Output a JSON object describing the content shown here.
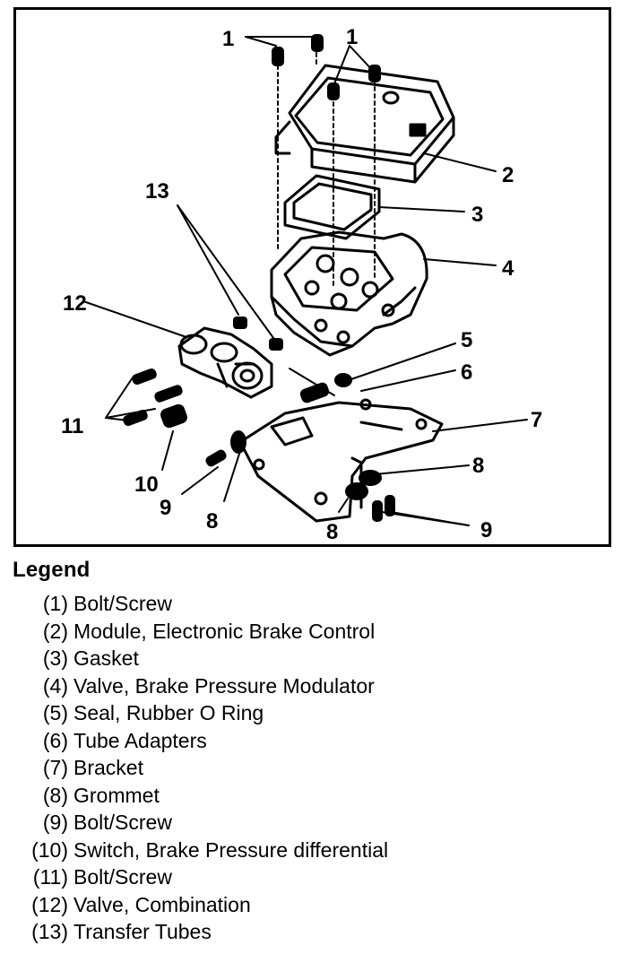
{
  "diagram": {
    "callouts": {
      "c1a": "1",
      "c1b": "1",
      "c2": "2",
      "c3": "3",
      "c4": "4",
      "c5": "5",
      "c6": "6",
      "c7": "7",
      "c8a": "8",
      "c8b": "8",
      "c8c": "8",
      "c9a": "9",
      "c9b": "9",
      "c10": "10",
      "c11": "11",
      "c12": "12",
      "c13": "13"
    }
  },
  "legend": {
    "title": "Legend",
    "items": [
      {
        "num": "(1)",
        "label": "Bolt/Screw"
      },
      {
        "num": "(2)",
        "label": "Module, Electronic Brake Control"
      },
      {
        "num": "(3)",
        "label": "Gasket"
      },
      {
        "num": "(4)",
        "label": "Valve, Brake Pressure Modulator"
      },
      {
        "num": "(5)",
        "label": "Seal, Rubber O Ring"
      },
      {
        "num": "(6)",
        "label": "Tube Adapters"
      },
      {
        "num": "(7)",
        "label": "Bracket"
      },
      {
        "num": "(8)",
        "label": "Grommet"
      },
      {
        "num": "(9)",
        "label": "Bolt/Screw"
      },
      {
        "num": "(10)",
        "label": "Switch, Brake Pressure differential"
      },
      {
        "num": "(11)",
        "label": "Bolt/Screw"
      },
      {
        "num": "(12)",
        "label": "Valve, Combination"
      },
      {
        "num": "(13)",
        "label": "Transfer Tubes"
      }
    ]
  }
}
